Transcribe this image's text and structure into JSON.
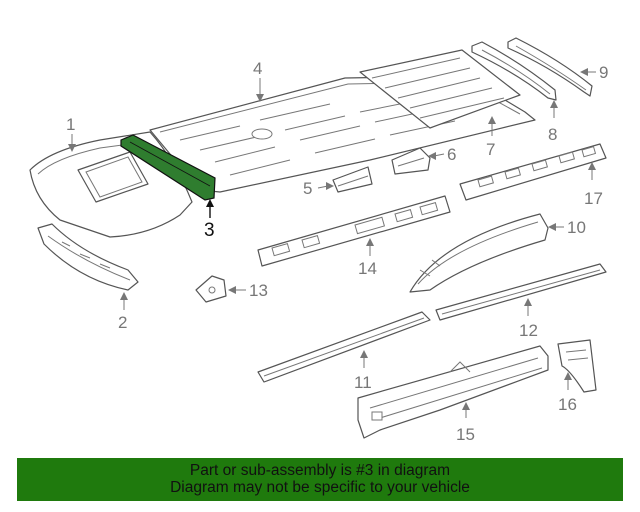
{
  "callouts": {
    "c1": "1",
    "c2": "2",
    "c3": "3",
    "c4": "4",
    "c5": "5",
    "c6": "6",
    "c7": "7",
    "c8": "8",
    "c9": "9",
    "c10": "10",
    "c11": "11",
    "c12": "12",
    "c13": "13",
    "c14": "14",
    "c15": "15",
    "c16": "16",
    "c17": "17"
  },
  "highlight": {
    "part": "3",
    "color": "#2f7d2f"
  },
  "banner": {
    "line1": "Part or sub-assembly is #3 in diagram",
    "line2": "Diagram may not be specific to your vehicle",
    "background": "#1f7a0d"
  }
}
